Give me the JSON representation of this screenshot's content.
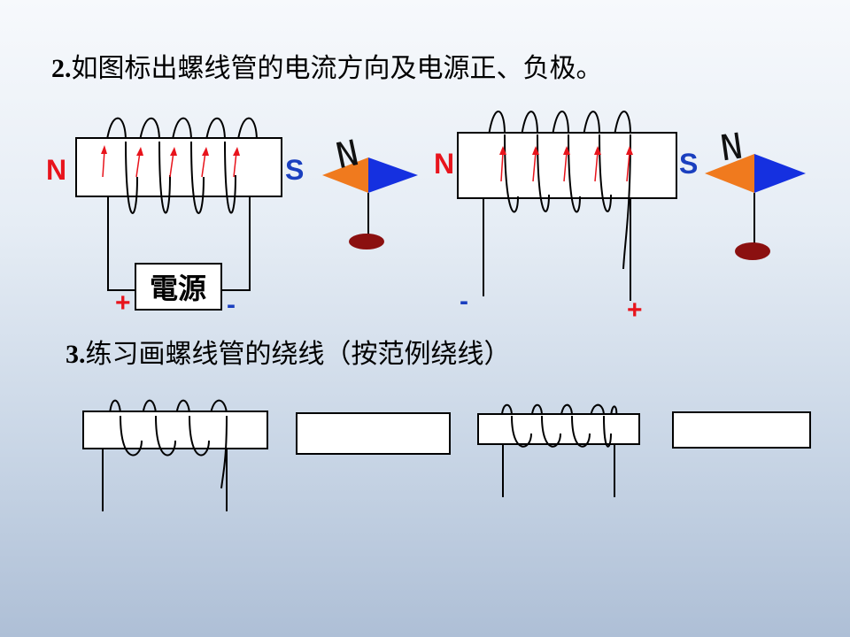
{
  "question2": {
    "number": "2.",
    "text": "如图标出螺线管的电流方向及电源正、负极。"
  },
  "question3": {
    "number": "3.",
    "text": "练习画螺线管的绕线（按范例绕线）"
  },
  "left_solenoid": {
    "pole_left": "N",
    "pole_right": "S",
    "source_label": "電源",
    "terminal_left": "+",
    "terminal_right": "-"
  },
  "right_solenoid": {
    "pole_left": "N",
    "pole_right": "S",
    "terminal_left": "-",
    "terminal_right": "+"
  },
  "compass_left": {
    "label": "N"
  },
  "compass_right": {
    "label": "N"
  },
  "colors": {
    "north_triangle": "#f07a1e",
    "south_triangle": "#1530e0",
    "pivot": "#8b1010",
    "red_text": "#e8141c",
    "blue_text": "#1a3fbf"
  }
}
